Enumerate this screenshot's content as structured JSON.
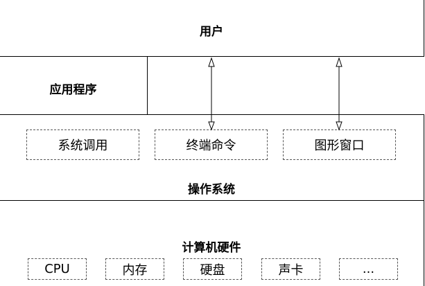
{
  "user_layer": {
    "label": "用户"
  },
  "app_layer": {
    "label": "应用程序"
  },
  "os_layer": {
    "label": "操作系统",
    "interfaces": [
      "系统调用",
      "终端命令",
      "图形窗口"
    ]
  },
  "hardware_layer": {
    "label": "计算机硬件",
    "components": [
      "CPU",
      "内存",
      "硬盘",
      "声卡",
      "..."
    ]
  }
}
